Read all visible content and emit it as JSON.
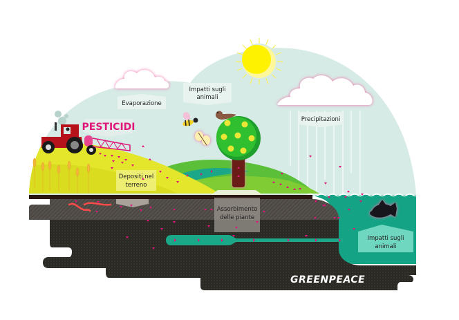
{
  "diagram": {
    "title_label": "PESTICIDI",
    "labels": {
      "evaporation": "Evaporazione",
      "animal_impact_air_line1": "Impatti sugli",
      "animal_impact_air_line2": "animali",
      "precipitation": "Precipitazioni",
      "soil_deposits_line1": "Depositi nel",
      "soil_deposits_line2": "terreno",
      "plant_absorption_line1": "Assorbimento",
      "plant_absorption_line2": "delle piante",
      "animal_impact_water_line1": "Impatti sugli",
      "animal_impact_water_line2": "animali"
    },
    "logo": "GREENPEACE",
    "colors": {
      "sky": "#d7ebe6",
      "pesticide_pink": "#e0157a",
      "field_yellow": "#e3e62a",
      "hill_green": "#5bbf3a",
      "teal": "#1aa889",
      "soil_top": "#4a4340",
      "soil_deep": "#2a2824",
      "water": "#14a384",
      "sun": "#fff200",
      "tractor_red": "#b5121b",
      "tree_green": "#2fbf2f",
      "trunk": "#6b1a14"
    }
  }
}
